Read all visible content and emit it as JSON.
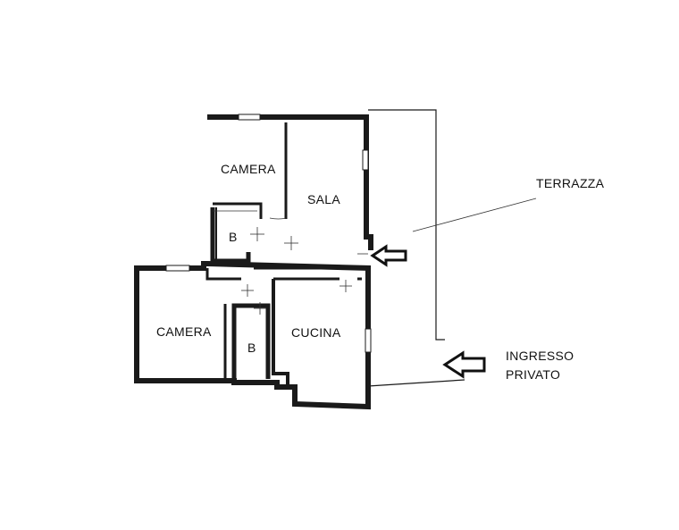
{
  "rooms": {
    "camera_top": "CAMERA",
    "sala": "SALA",
    "bath_top": "B",
    "camera_bottom": "CAMERA",
    "bath_bottom": "B",
    "cucina": "CUCINA"
  },
  "annotations": {
    "terrazza": "TERRAZZA",
    "ingresso_line1": "INGRESSO",
    "ingresso_line2": "PRIVATO"
  },
  "icons": {
    "entrance_terrace": "arrow-left-icon",
    "entrance_private": "arrow-left-icon"
  },
  "colors": {
    "ink": "#1a1a1a",
    "paper": "#ffffff"
  }
}
